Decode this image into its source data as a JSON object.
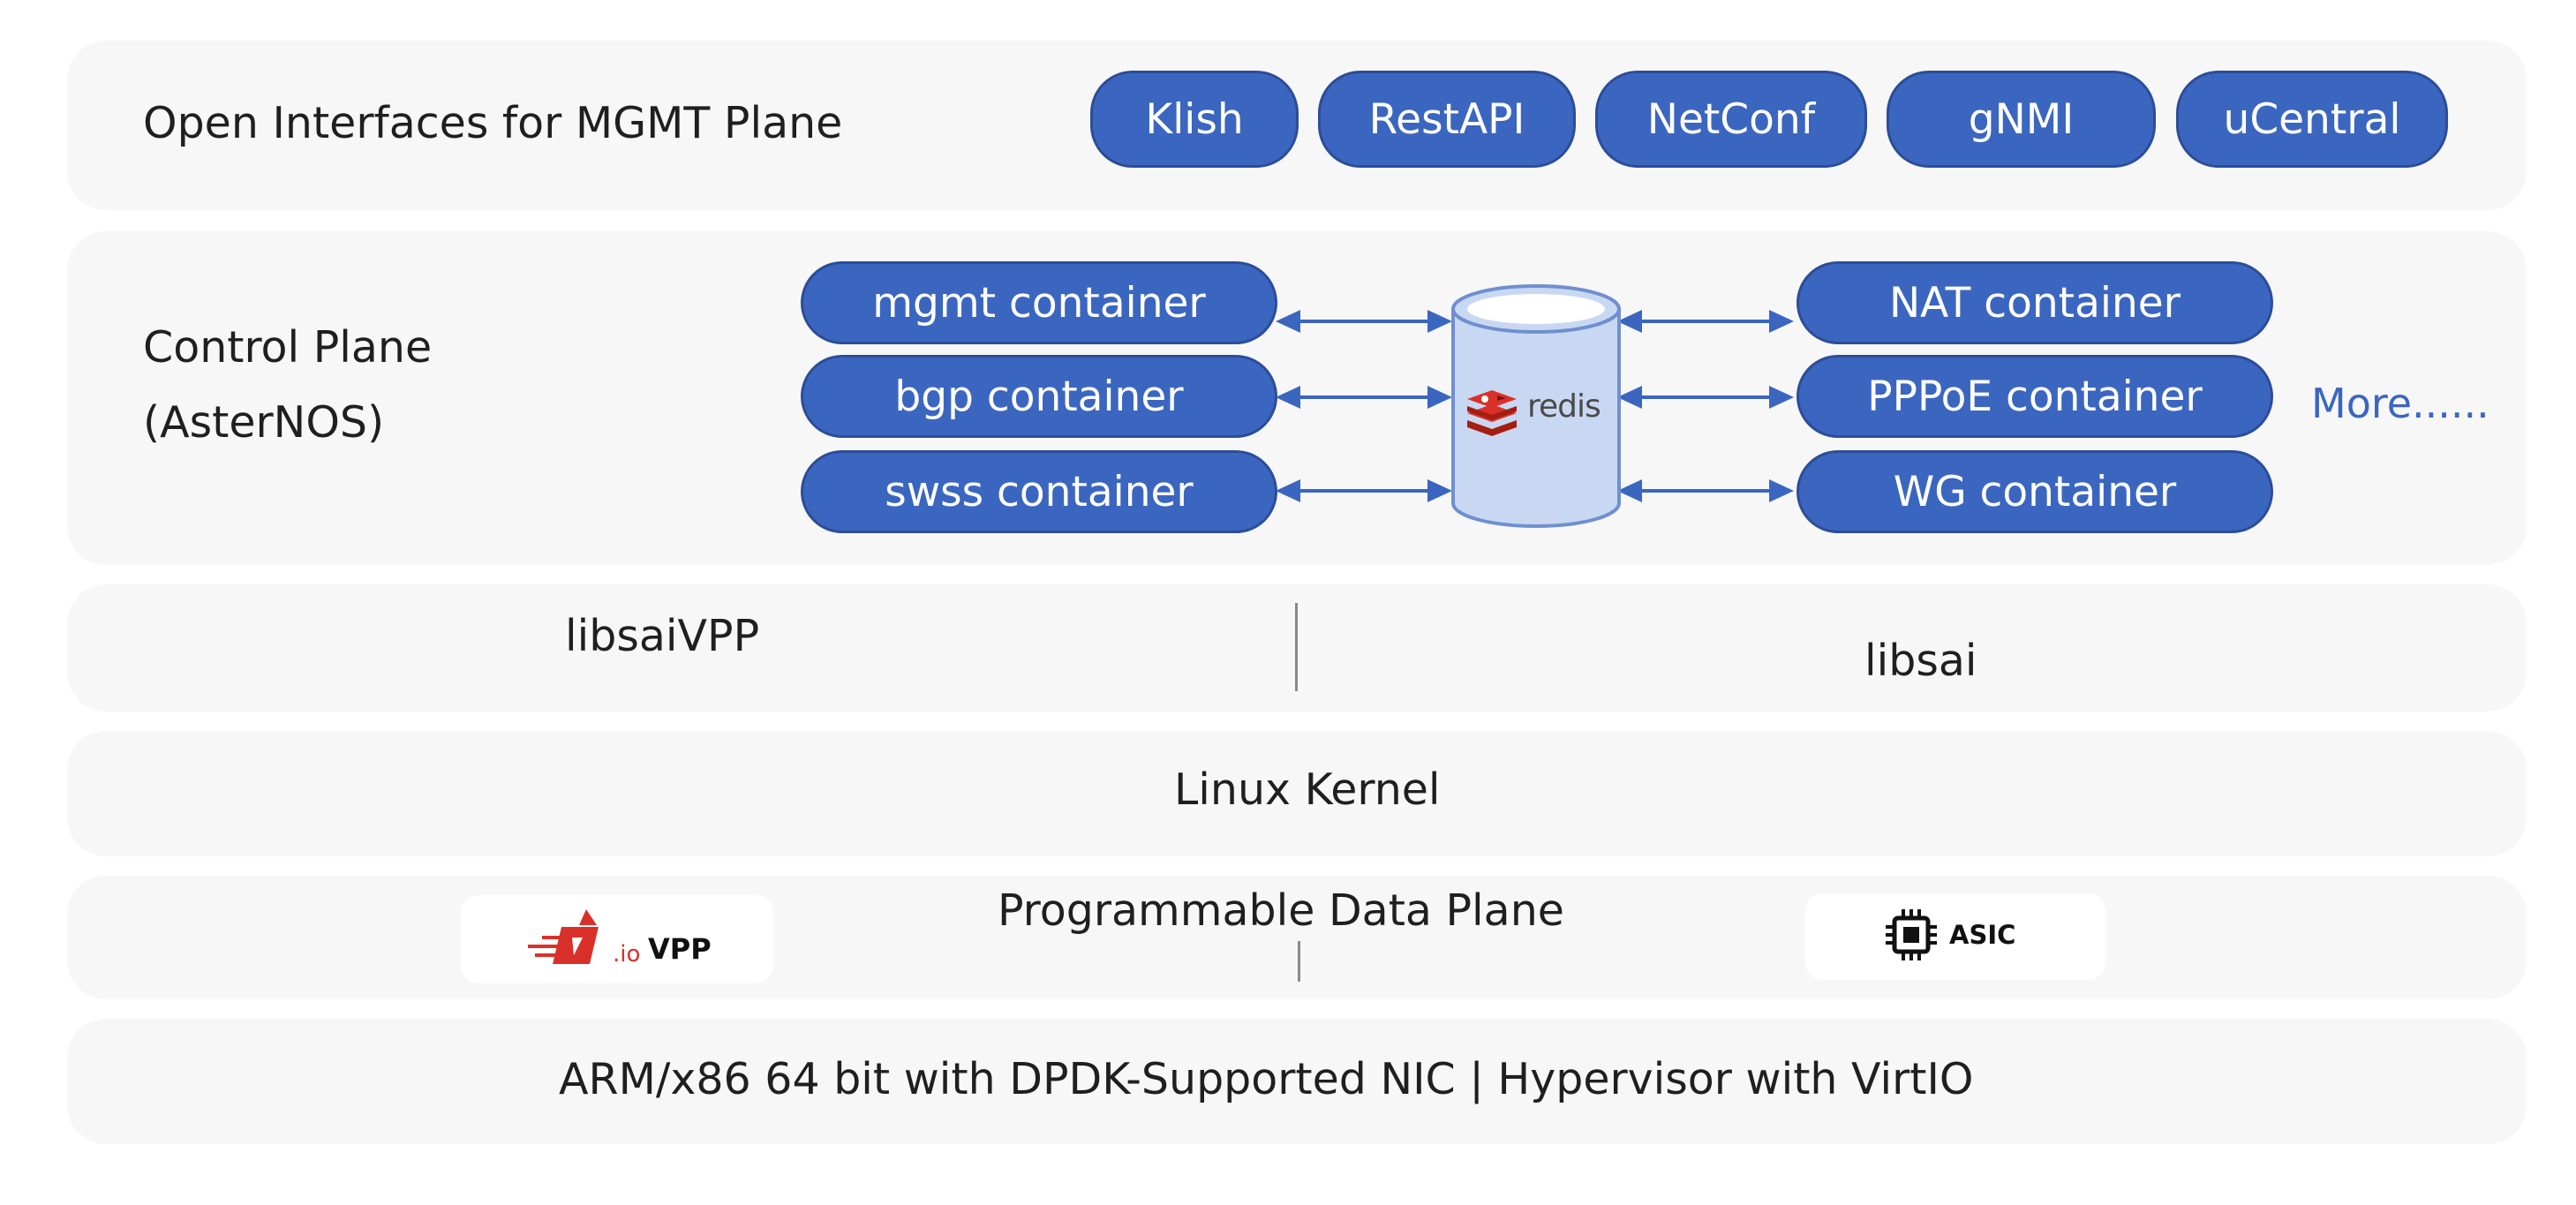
{
  "mgmt_plane": {
    "title": "Open Interfaces for MGMT Plane",
    "interfaces": [
      "Klish",
      "RestAPI",
      "NetConf",
      "gNMI",
      "uCentral"
    ]
  },
  "control_plane": {
    "title_line1": "Control Plane",
    "title_line2": "(AsterNOS)",
    "left_containers": [
      "mgmt container",
      "bgp container",
      "swss container"
    ],
    "right_containers": [
      "NAT container",
      "PPPoE container",
      "WG container"
    ],
    "db_label": "redis",
    "more_label": "More......"
  },
  "sai_layer": {
    "left": "libsaiVPP",
    "right": "libsai"
  },
  "kernel_layer": {
    "title": "Linux Kernel"
  },
  "data_plane": {
    "title": "Programmable Data Plane",
    "vpp_label": "VPP",
    "vpp_io": ".io",
    "asic_label": "ASIC"
  },
  "hardware_layer": {
    "title": "ARM/x86 64 bit with DPDK-Supported NIC | Hypervisor with VirtIO"
  },
  "colors": {
    "pill_fill": "#3b66c0",
    "layer_bg": "#f7f7f7",
    "more_link": "#3b66c0",
    "redis_red": "#d9312a"
  }
}
